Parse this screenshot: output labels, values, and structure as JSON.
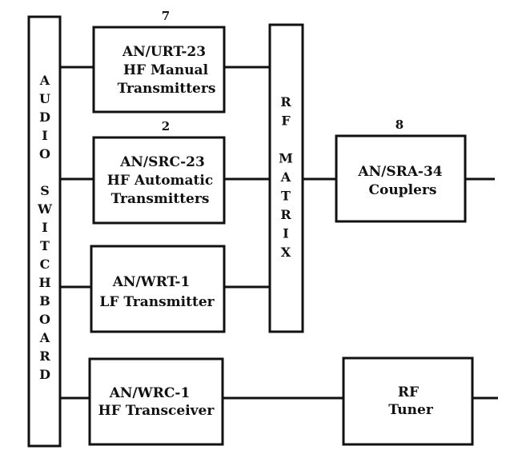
{
  "audio_switchboard": {
    "letters": [
      "A",
      "U",
      "D",
      "I",
      "O",
      "",
      "S",
      "W",
      "I",
      "T",
      "C",
      "H",
      "B",
      "O",
      "A",
      "R",
      "D"
    ]
  },
  "rf_matrix": {
    "letters": [
      "R",
      "F",
      "",
      "M",
      "A",
      "T",
      "R",
      "I",
      "X"
    ]
  },
  "blocks": {
    "urt23": {
      "qty": "7",
      "lines": [
        "AN/URT-23",
        "HF Manual",
        "Transmitters"
      ]
    },
    "src23": {
      "qty": "2",
      "lines": [
        "AN/SRC-23",
        "HF Automatic",
        "Transmitters"
      ]
    },
    "wrt1": {
      "lines": [
        "AN/WRT-1",
        "LF Transmitter"
      ]
    },
    "wrc1": {
      "lines": [
        "AN/WRC-1",
        "HF Transceiver"
      ]
    },
    "sra34": {
      "qty": "8",
      "lines": [
        "AN/SRA-34",
        "Couplers"
      ]
    },
    "rftuner": {
      "lines": [
        "RF",
        "Tuner"
      ]
    }
  }
}
